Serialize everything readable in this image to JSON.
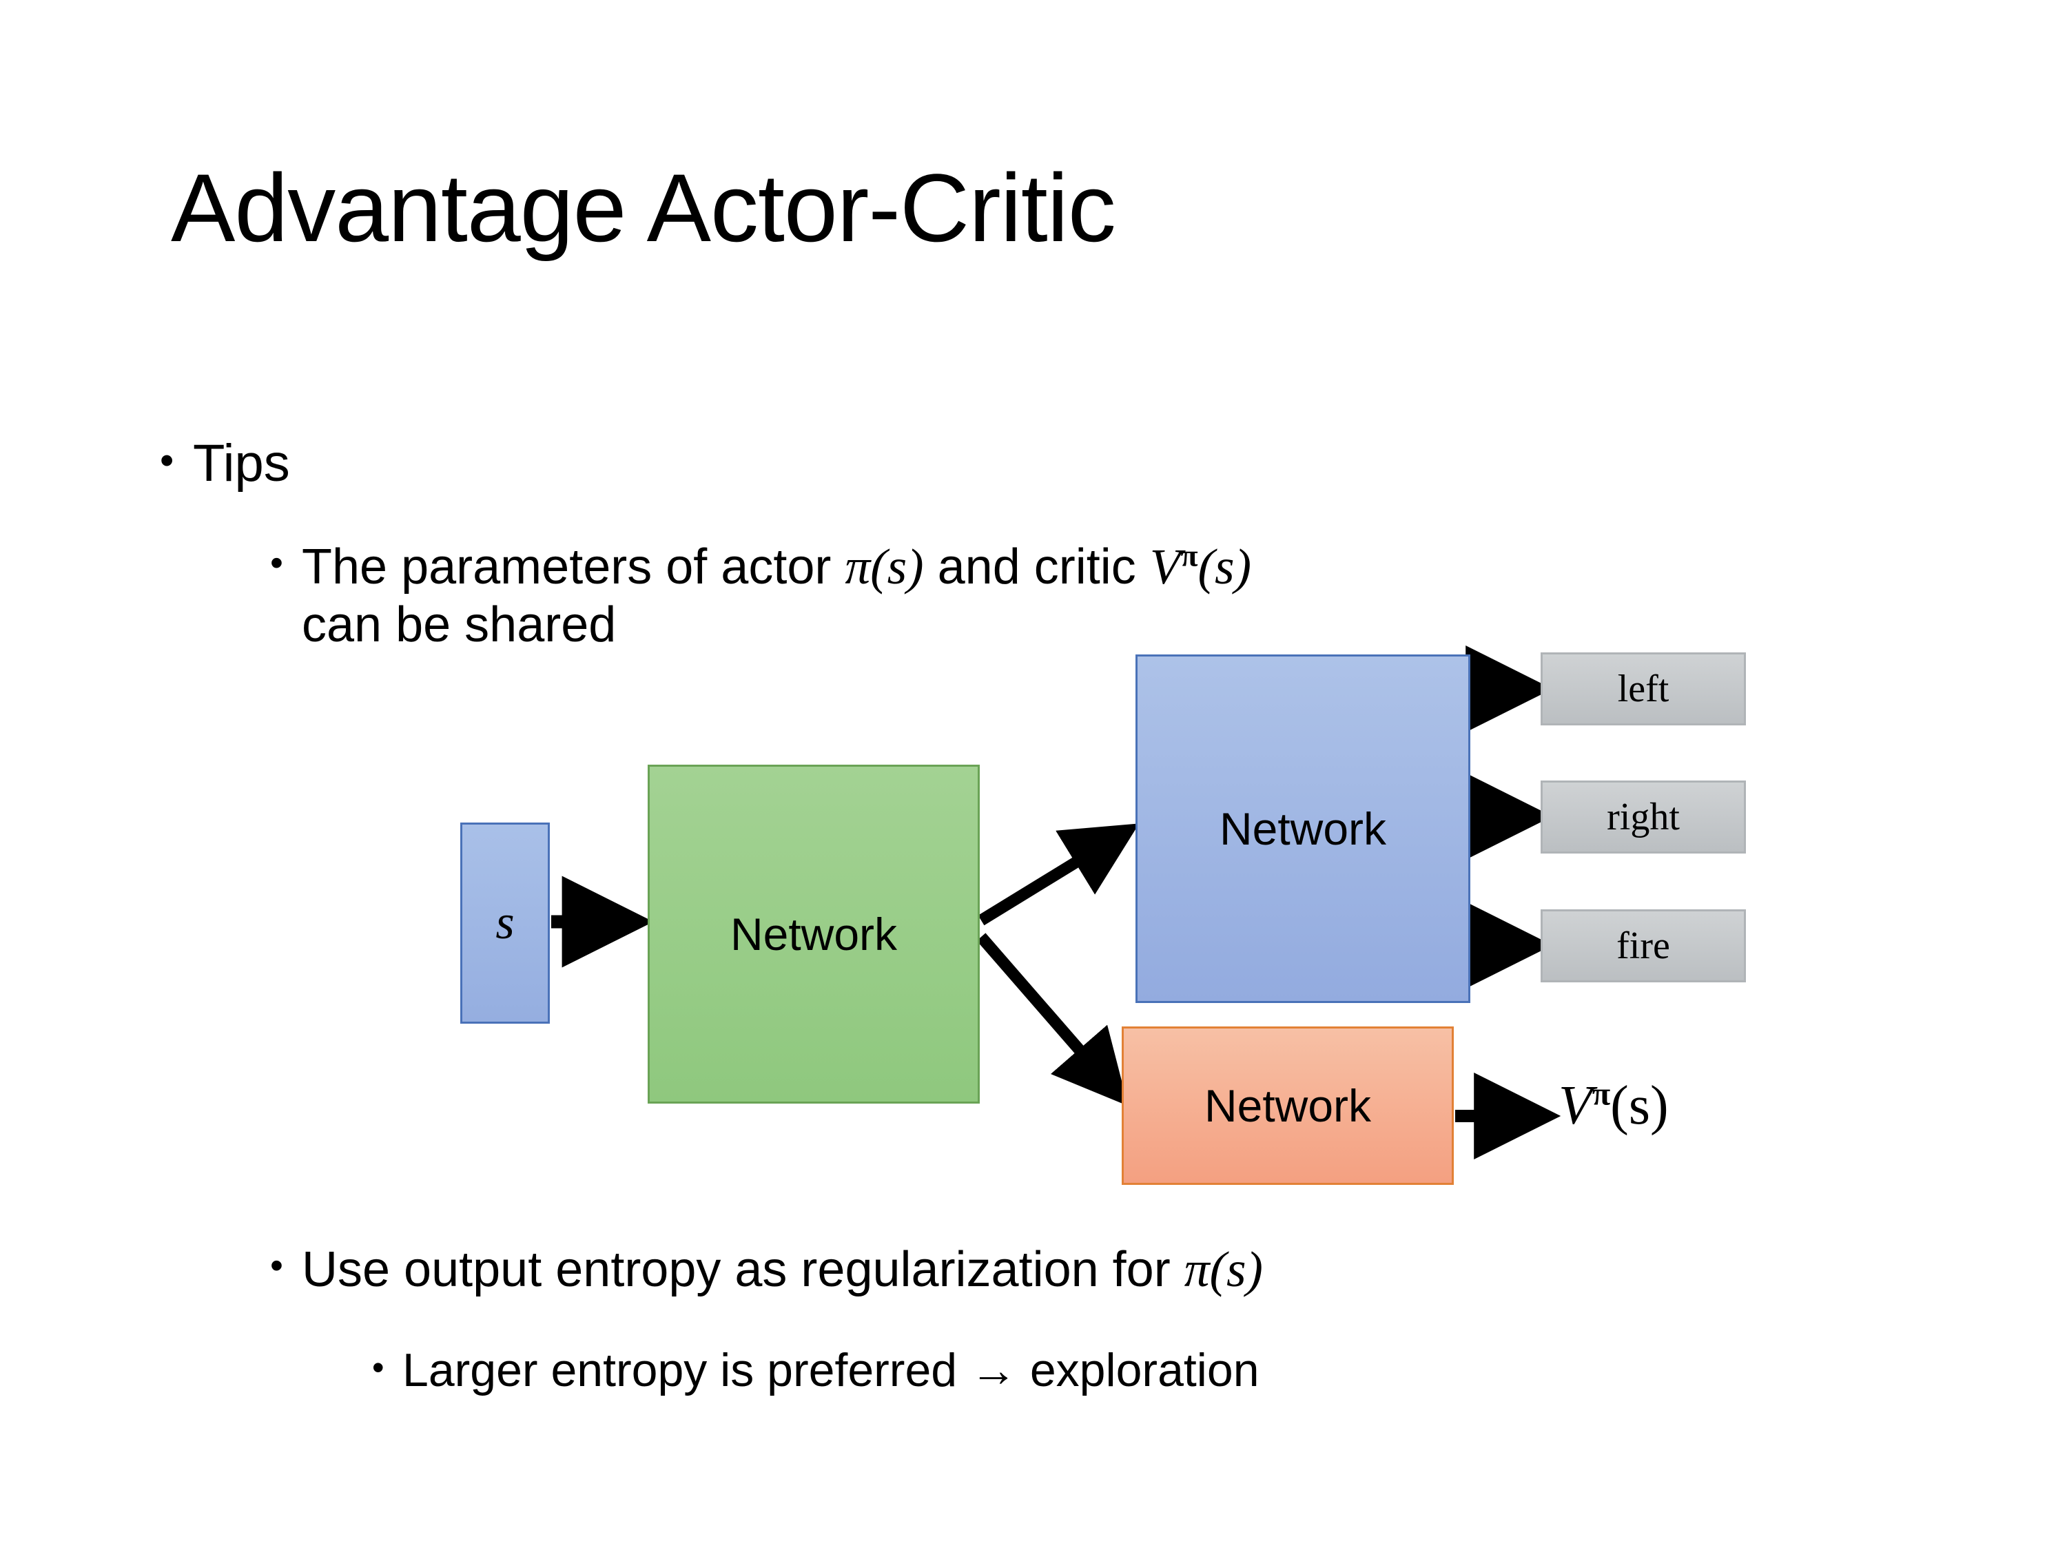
{
  "slide": {
    "title": "Advantage Actor-Critic",
    "background_color": "#ffffff",
    "text_color": "#000000"
  },
  "bullets": {
    "tips": "Tips",
    "shared_line1_pre": "The parameters of actor ",
    "shared_line1_math_pi": "π(s)",
    "shared_line1_mid": "  and critic ",
    "shared_line1_math_v_base": "V",
    "shared_line1_math_v_sup": "π",
    "shared_line1_math_v_arg": "(s)",
    "shared_line2": "can be shared",
    "entropy_pre": "Use output entropy as regularization for ",
    "entropy_math": "π(s)",
    "exploration": "Larger entropy is preferred → exploration",
    "marker": "•"
  },
  "diagram": {
    "input_box": {
      "label": "s",
      "fill": "#9db6e3",
      "border": "#4a72b8"
    },
    "shared_network": {
      "label": "Network",
      "fill": "#96cd86",
      "border": "#6aa356"
    },
    "actor_network": {
      "label": "Network",
      "fill": "#9db6e3",
      "border": "#4a72b8"
    },
    "critic_network": {
      "label": "Network",
      "fill": "#f5aa8b",
      "border": "#e28136"
    },
    "actions": [
      {
        "label": "left",
        "fill": "#c3c7ca",
        "border": "#b0b4b7"
      },
      {
        "label": "right",
        "fill": "#c3c7ca",
        "border": "#b0b4b7"
      },
      {
        "label": "fire",
        "fill": "#c3c7ca",
        "border": "#b0b4b7"
      }
    ],
    "critic_output": {
      "base": "V",
      "superscript": "π",
      "argument": "(s)"
    },
    "arrow_color": "#000000"
  }
}
